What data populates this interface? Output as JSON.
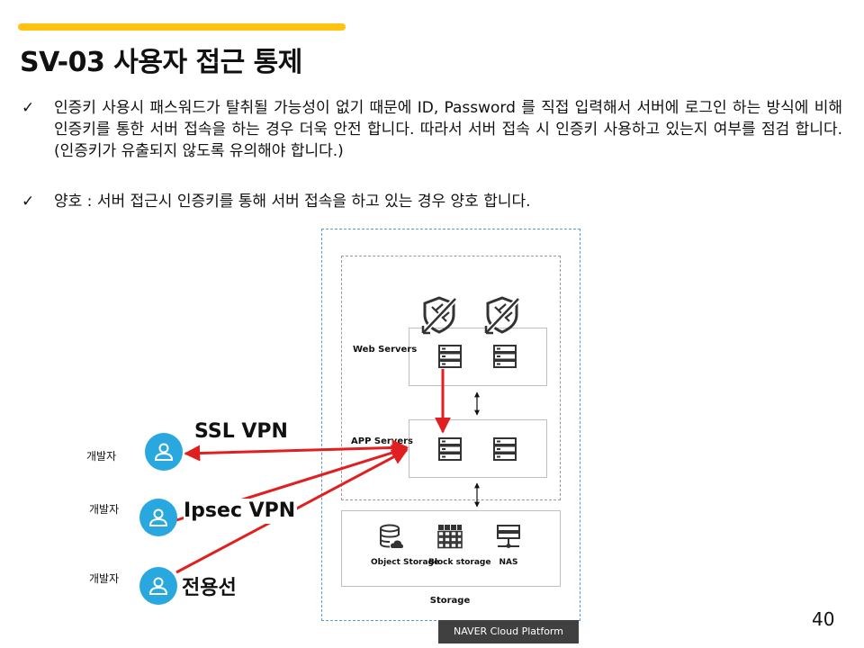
{
  "slide": {
    "title": "SV-03 사용자 접근 통제",
    "accent_color": "#FFC20E",
    "page_number": "40"
  },
  "bullets": [
    {
      "mark": "✓",
      "text": "인증키 사용시 패스워드가 탈취될 가능성이 없기 때문에 ID, Password 를 직접 입력해서 서버에 로그인 하는 방식에 비해 인증키를 통한 서버 접속을 하는 경우 더욱 안전 합니다. 따라서 서버 접속 시 인증키 사용하고 있는지 여부를 점검 합니다.(인증키가 유출되지 않도록 유의해야 합니다.)"
    },
    {
      "mark": "✓",
      "text": "양호 : 서버 접근시 인증키를 통해 서버 접속을 하고 있는 경우 양호 합니다."
    }
  ],
  "diagram": {
    "web_label": "Web Servers",
    "app_label": "APP Servers",
    "storage": {
      "label": "Storage",
      "items": [
        {
          "label": "Object Storage",
          "icon": "database-icon"
        },
        {
          "label": "Block storage",
          "icon": "grid-icon"
        },
        {
          "label": "NAS",
          "icon": "nas-icon"
        }
      ]
    },
    "users": [
      {
        "label": "개발자",
        "connection": "SSL VPN"
      },
      {
        "label": "개발자",
        "connection": "Ipsec VPN"
      },
      {
        "label": "개발자",
        "connection": "전용선"
      }
    ],
    "line_color": "#E02020",
    "user_color": "#29A8E0",
    "cloud_border_color": "#5B9BD5"
  },
  "footer": {
    "badge": "NAVER Cloud Platform"
  }
}
